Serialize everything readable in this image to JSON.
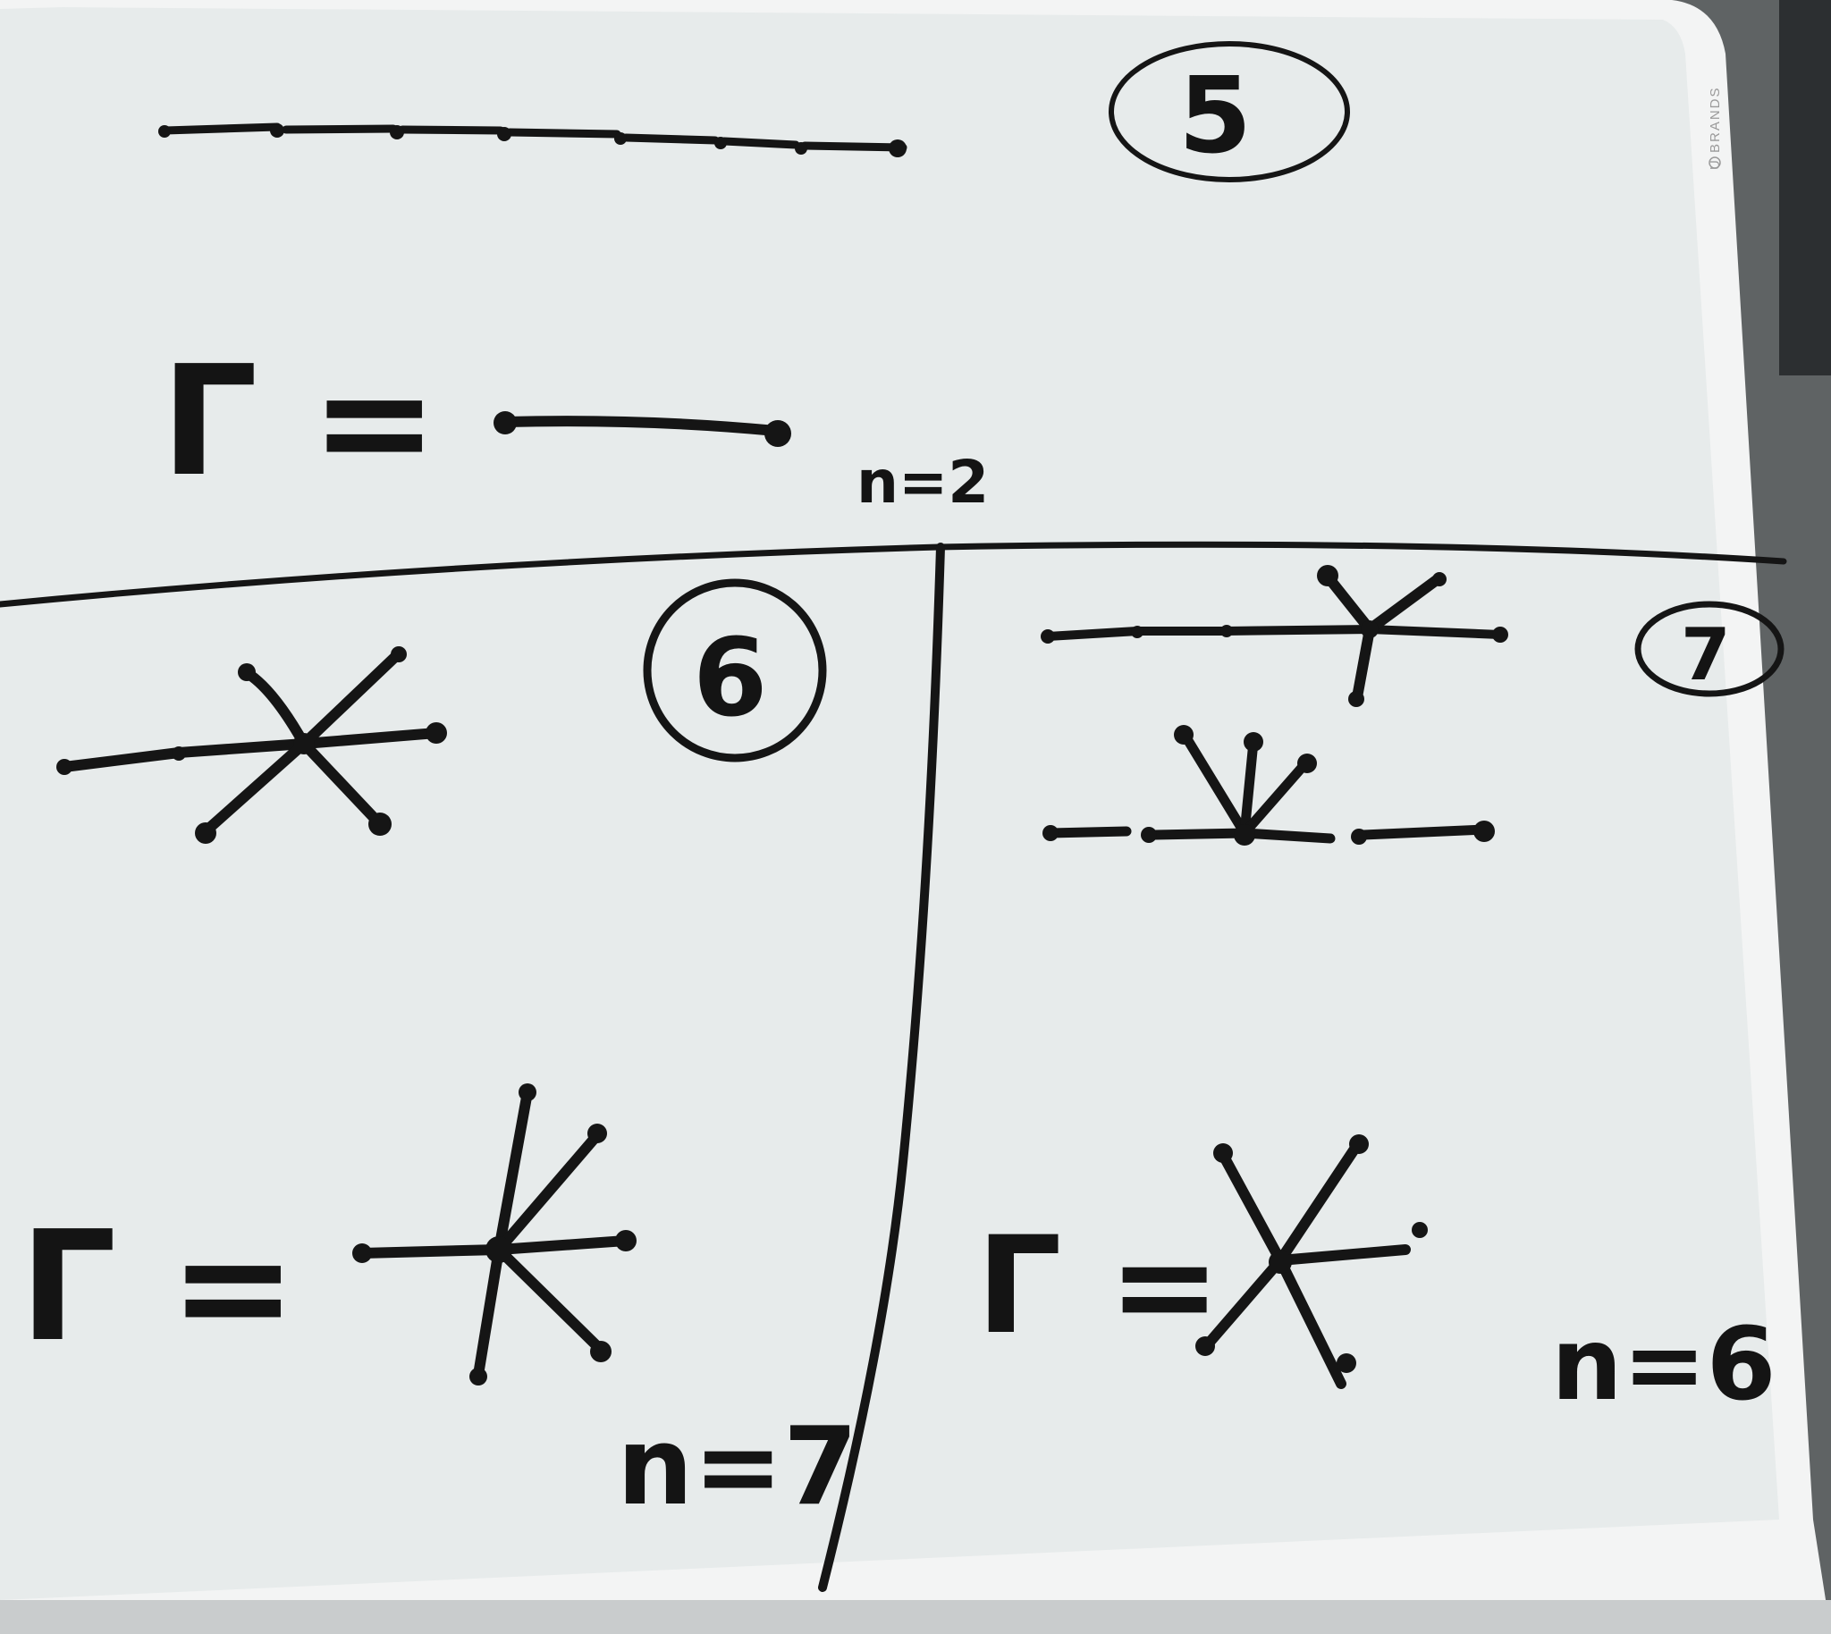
{
  "brand_text": "U BRANDS",
  "colors": {
    "board": "#e9ecec",
    "ink": "#151515",
    "frame": "#f4f5f5",
    "background": "#5b5f60"
  },
  "sections": [
    {
      "id": "top",
      "number_label": "5",
      "gamma_label": "Γ =",
      "n_label": "n=2"
    },
    {
      "id": "bottom-left",
      "number_label": "6",
      "gamma_label": "Γ =",
      "n_label": "n=7"
    },
    {
      "id": "bottom-right",
      "number_label": "7",
      "gamma_label": "Γ =",
      "n_label": "n=6"
    }
  ]
}
